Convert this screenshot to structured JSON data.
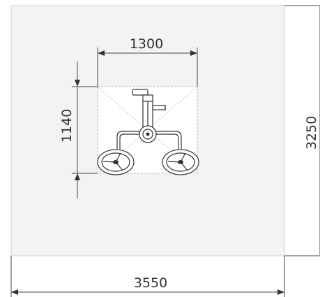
{
  "dimensions": {
    "total_width": "3550",
    "total_depth": "3250",
    "equipment_width": "1300",
    "equipment_depth": "1140"
  },
  "colors": {
    "area_fill": "#f3f3f1",
    "area_border": "#cfcfcf",
    "equipment_fill": "#ffffff",
    "line": "#333333"
  },
  "icons": {
    "arrowhead": "dimension-arrow-icon",
    "wheel": "wheel-icon",
    "crank": "crank-handle-icon"
  }
}
